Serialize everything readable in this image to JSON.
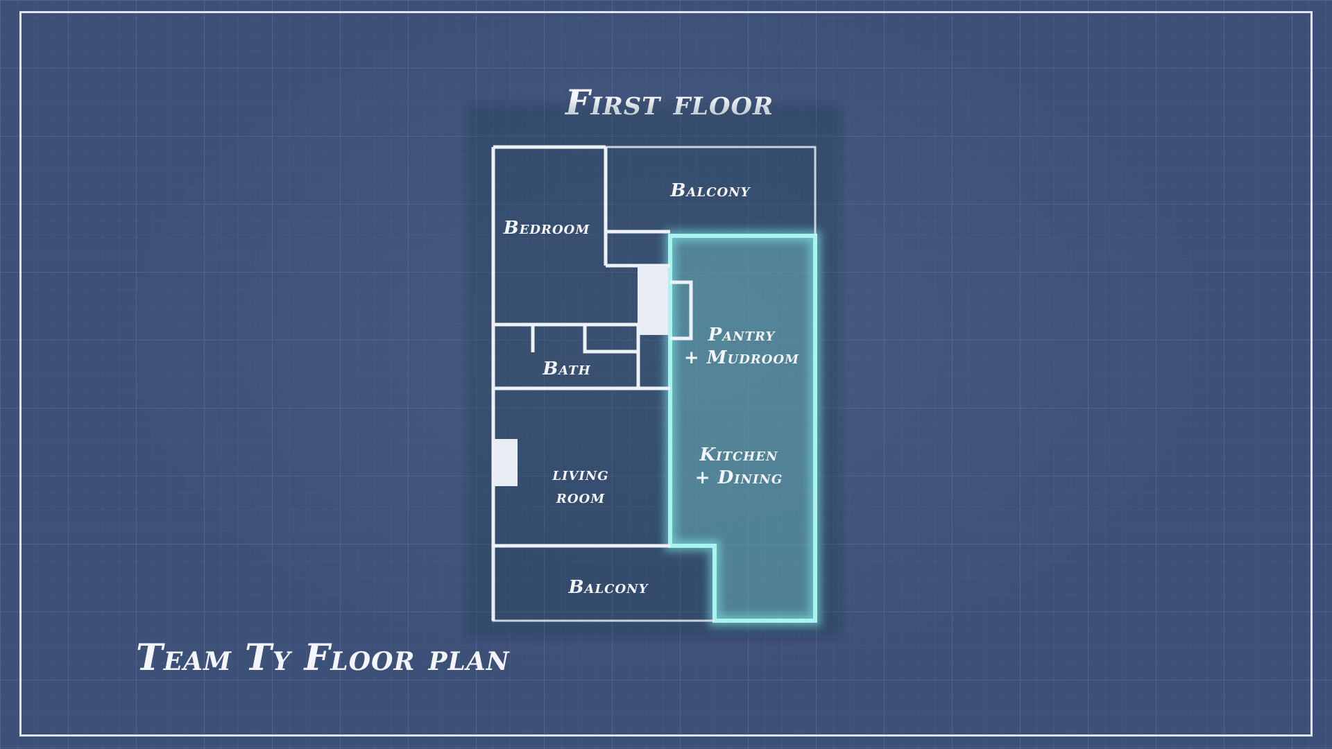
{
  "heading": "First floor",
  "footer_title": "Team Ty Floor plan",
  "rooms": {
    "balcony_top": "Balcony",
    "bedroom": "Bedroom",
    "pantry_line1": "Pantry",
    "pantry_line2": "+ Mudroom",
    "bath": "Bath",
    "kitchen_line1": "Kitchen",
    "kitchen_line2": "+ Dining",
    "living_line1": "living",
    "living_line2": "room",
    "balcony_bottom": "Balcony"
  },
  "colors": {
    "background": "#3d5078",
    "wall": "#eef1f8",
    "highlight": "#a9f3f0"
  }
}
